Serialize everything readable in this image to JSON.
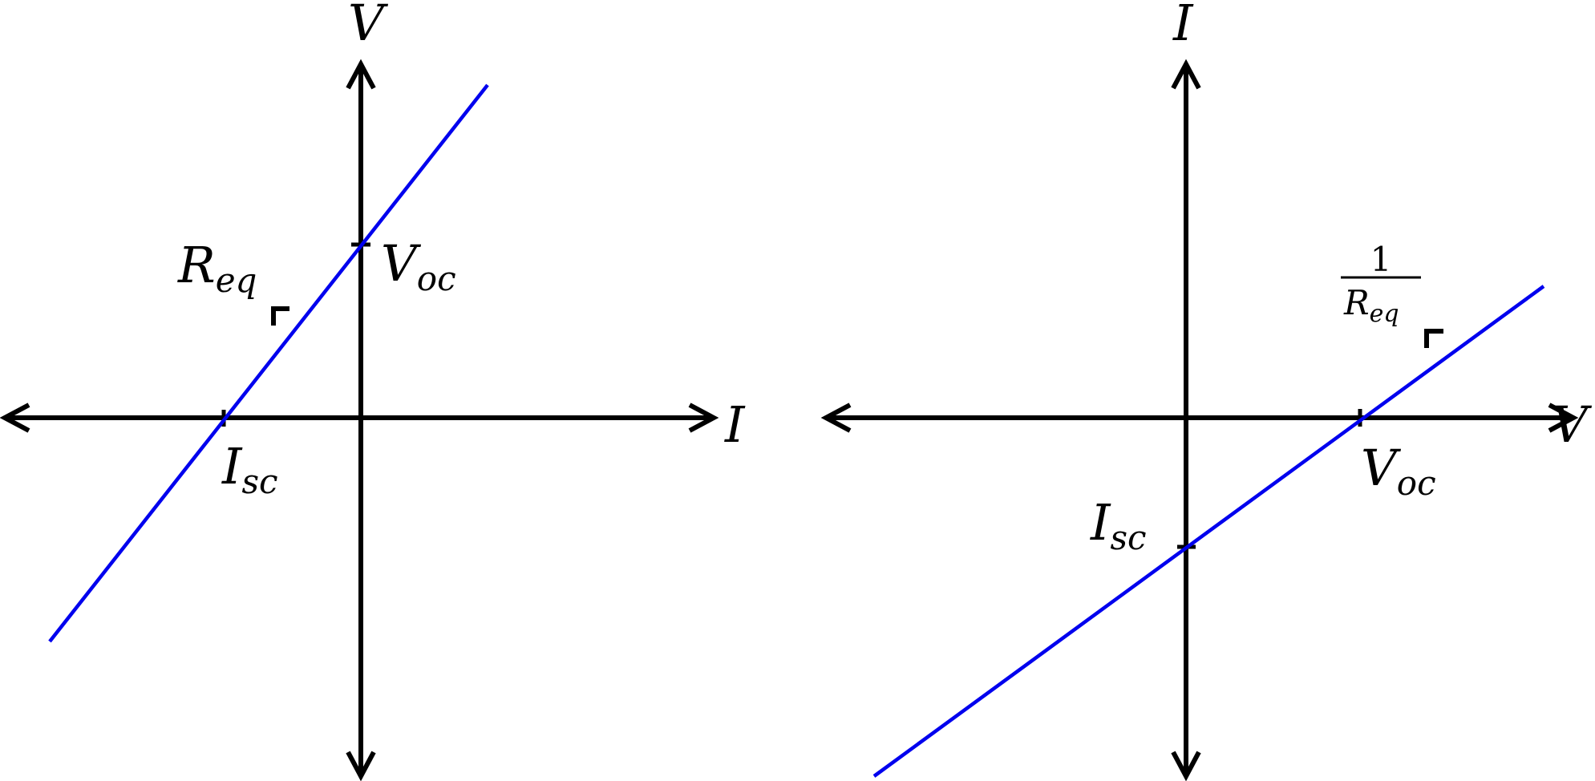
{
  "panels": [
    {
      "horizontal_axis": {
        "main": "I",
        "sub": ""
      },
      "vertical_axis": {
        "main": "V",
        "sub": ""
      },
      "horizontal_intercept": {
        "main": "I",
        "sub": "sc"
      },
      "vertical_intercept": {
        "main": "V",
        "sub": "oc"
      },
      "slope": {
        "numerator": "",
        "main": "R",
        "sub": "eq"
      }
    },
    {
      "horizontal_axis": {
        "main": "V",
        "sub": ""
      },
      "vertical_axis": {
        "main": "I",
        "sub": ""
      },
      "horizontal_intercept": {
        "main": "V",
        "sub": "oc"
      },
      "vertical_intercept": {
        "main": "I",
        "sub": "sc"
      },
      "slope": {
        "numerator": "1",
        "main": "R",
        "sub": "eq"
      }
    }
  ],
  "colors": {
    "axes": "#000000",
    "line": "#0000ee"
  }
}
